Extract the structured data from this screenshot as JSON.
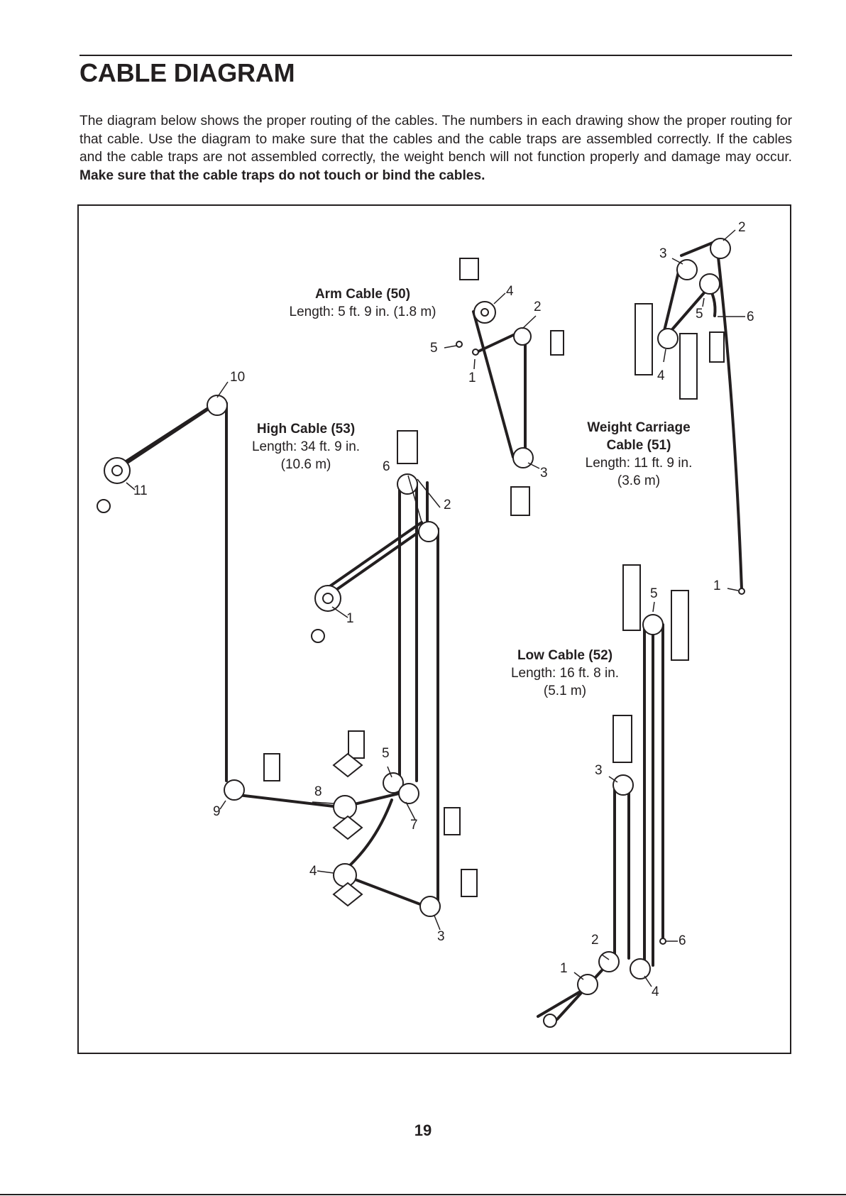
{
  "heading": "CABLE DIAGRAM",
  "intro": {
    "text": "The diagram below shows the proper routing of the cables. The numbers in each drawing show the proper routing for that cable. Use the diagram to make sure that the cables and the cable traps are assembled correctly. If the cables and the cable traps are not assembled correctly, the weight bench will not function properly and damage may occur. ",
    "bold": "Make sure that the cable traps do not touch or bind the cables."
  },
  "cables": {
    "arm": {
      "name": "Arm Cable (50)",
      "length": "Length: 5 ft. 9 in. (1.8 m)"
    },
    "high": {
      "name": "High Cable (53)",
      "length": "Length: 34 ft. 9 in. (10.6 m)"
    },
    "weight": {
      "name": "Weight Carriage Cable (51)",
      "length": "Length: 11 ft. 9 in. (3.6 m)"
    },
    "low": {
      "name": "Low Cable (52)",
      "length": "Length: 16 ft. 8 in. (5.1 m)"
    }
  },
  "labels": {
    "arm": [
      "1",
      "2",
      "3",
      "4",
      "5"
    ],
    "high": [
      "1",
      "2",
      "3",
      "4",
      "5",
      "6",
      "7",
      "8",
      "9",
      "10",
      "11"
    ],
    "weight": [
      "1",
      "2",
      "3",
      "4",
      "5",
      "6"
    ],
    "low": [
      "1",
      "2",
      "3",
      "4",
      "5",
      "6"
    ]
  },
  "page_number": "19"
}
